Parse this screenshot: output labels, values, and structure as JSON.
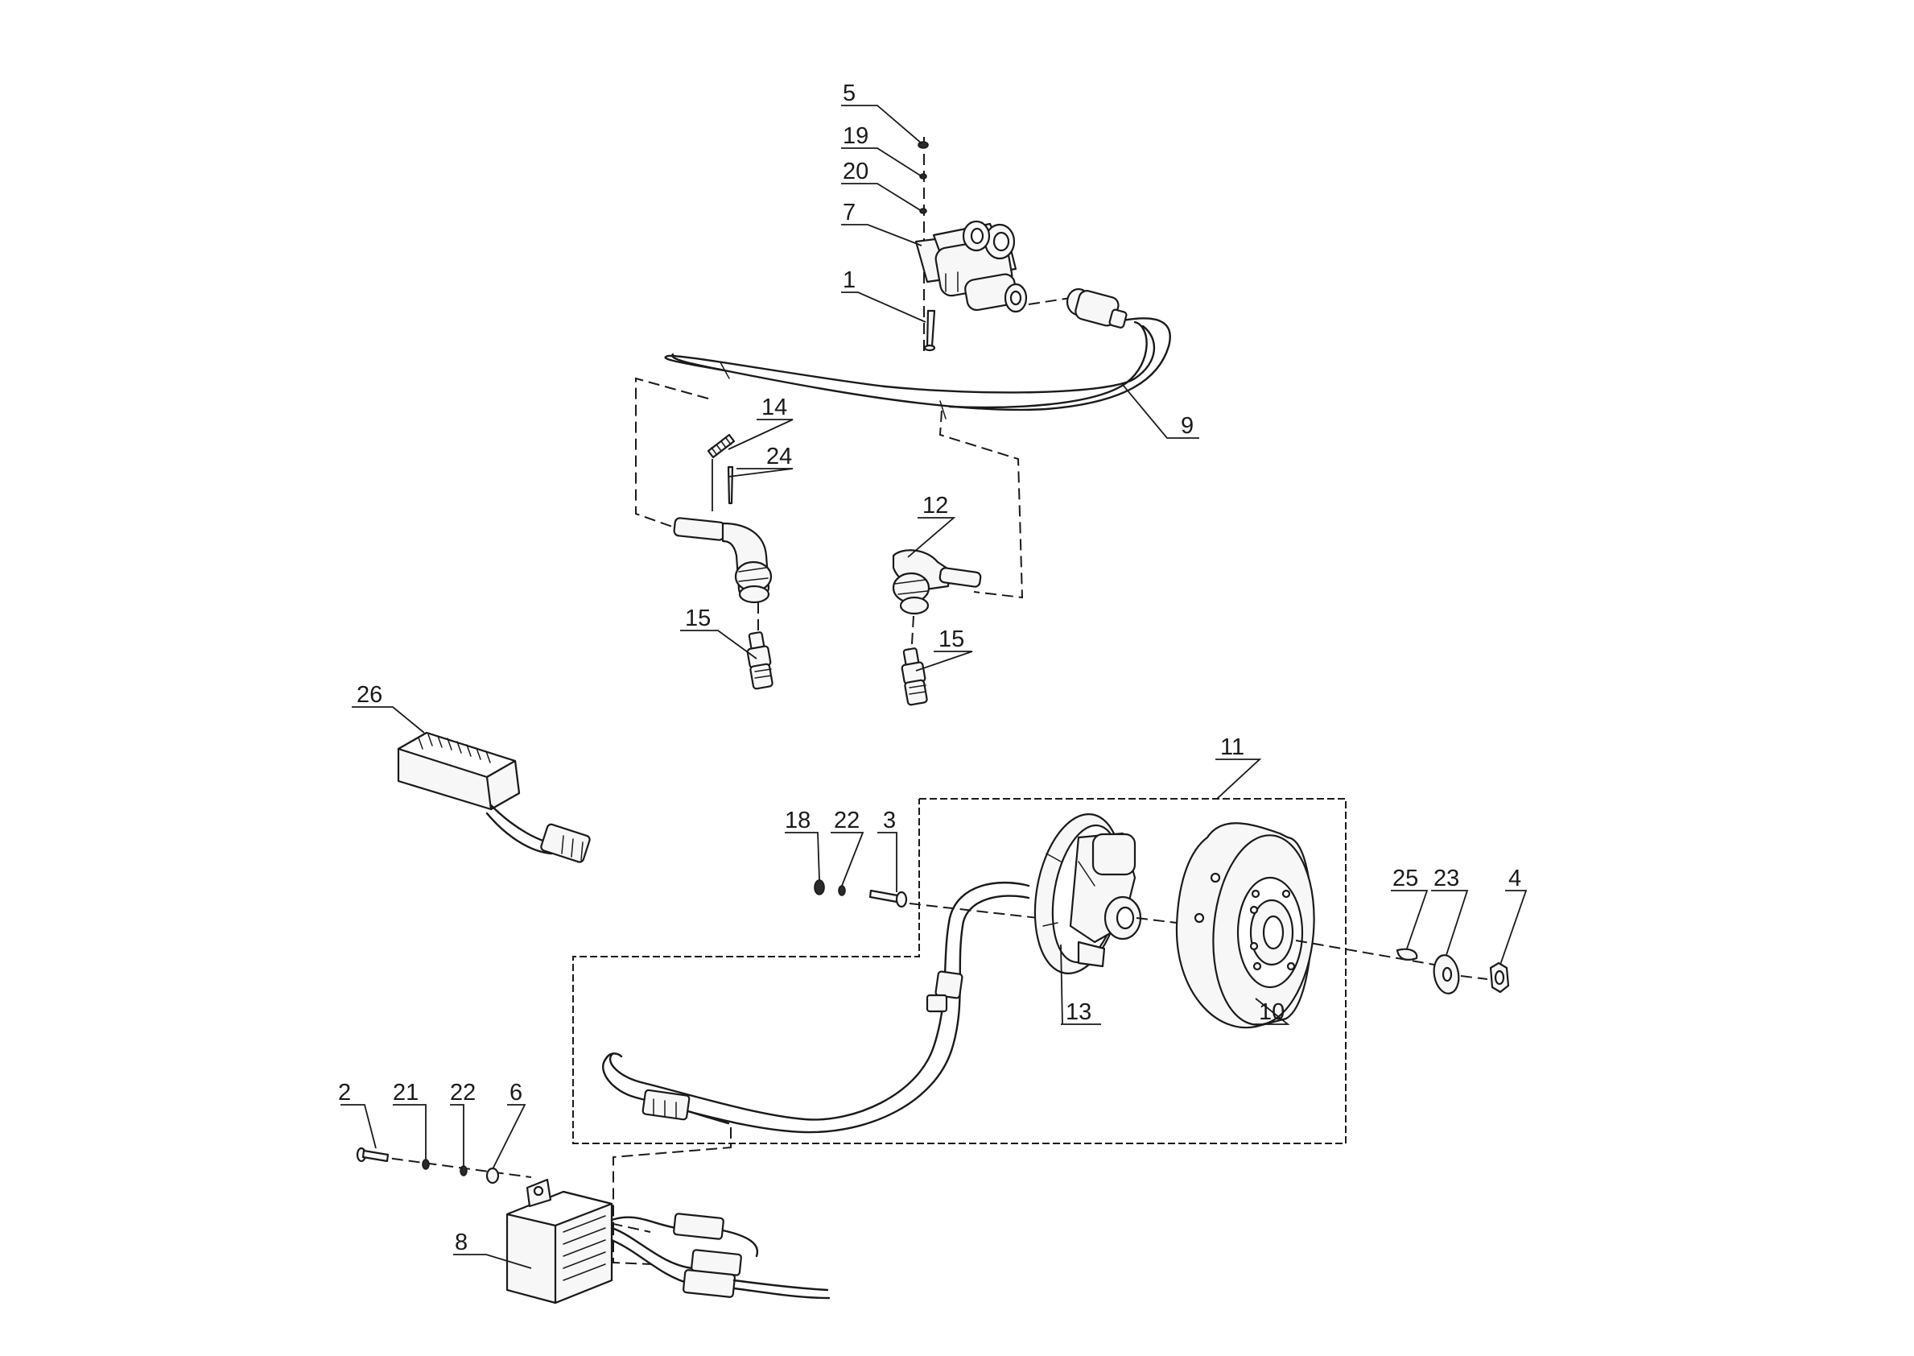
{
  "diagram": {
    "background": "#ffffff",
    "ink": "#1a1a1a"
  },
  "callouts": {
    "c5": "5",
    "c19": "19",
    "c20": "20",
    "c7": "7",
    "c1": "1",
    "c9": "9",
    "c14": "14",
    "c24": "24",
    "c12": "12",
    "c15a": "15",
    "c15b": "15",
    "c26": "26",
    "c11": "11",
    "c18": "18",
    "c22a": "22",
    "c3": "3",
    "c25": "25",
    "c23": "23",
    "c4": "4",
    "c13": "13",
    "c10": "10",
    "c2": "2",
    "c21": "21",
    "c22b": "22",
    "c6": "6",
    "c8": "8"
  }
}
